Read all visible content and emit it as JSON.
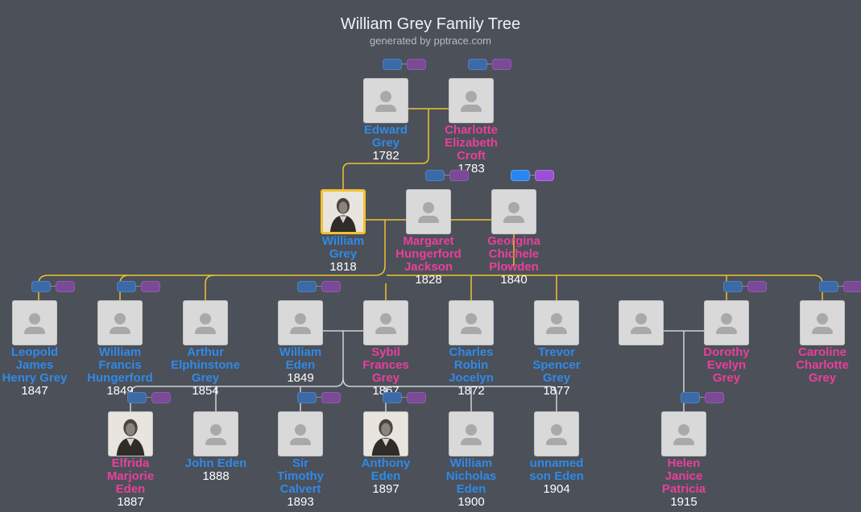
{
  "header": {
    "title": "William Grey Family Tree",
    "subtitle": "generated by pptrace.com"
  },
  "people": [
    {
      "id": "edward",
      "name": "Edward Grey",
      "lines": [
        "Edward",
        "Grey"
      ],
      "year": "1782",
      "gender": "m",
      "photo": false,
      "toggle": true
    },
    {
      "id": "charlotte",
      "name": "Charlotte Elizabeth Croft",
      "lines": [
        "Charlotte",
        "Elizabeth",
        "Croft"
      ],
      "year": "1783",
      "gender": "f",
      "photo": false,
      "toggle": true
    },
    {
      "id": "william-grey",
      "name": "William Grey",
      "lines": [
        "William",
        "Grey"
      ],
      "year": "1818",
      "gender": "m",
      "photo": true,
      "selected": true,
      "toggle": false
    },
    {
      "id": "margaret",
      "name": "Margaret Hungerford Jackson",
      "lines": [
        "Margaret",
        "Hungerford",
        "Jackson"
      ],
      "year": "1828",
      "gender": "f",
      "photo": false,
      "toggle": true
    },
    {
      "id": "georgina",
      "name": "Georgina Chichele Plowden",
      "lines": [
        "Georgina",
        "Chichele",
        "Plowden"
      ],
      "year": "1840",
      "gender": "f",
      "photo": false,
      "toggle": true,
      "toggleBright": true
    },
    {
      "id": "leopold",
      "name": "Leopold James Henry Grey",
      "lines": [
        "Leopold",
        "James",
        "Henry Grey"
      ],
      "year": "1847",
      "gender": "m",
      "photo": false,
      "toggle": true
    },
    {
      "id": "william-francis",
      "name": "William Francis Hungerford",
      "lines": [
        "William",
        "Francis",
        "Hungerford"
      ],
      "year": "1849",
      "gender": "m",
      "photo": false,
      "toggle": true
    },
    {
      "id": "arthur",
      "name": "Arthur Elphinstone Grey",
      "lines": [
        "Arthur",
        "Elphinstone",
        "Grey"
      ],
      "year": "1854",
      "gender": "m",
      "photo": false,
      "toggle": false
    },
    {
      "id": "william-eden",
      "name": "William Eden",
      "lines": [
        "William",
        "Eden"
      ],
      "year": "1849",
      "gender": "m",
      "photo": false,
      "toggle": true
    },
    {
      "id": "sybil",
      "name": "Sybil Frances Grey",
      "lines": [
        "Sybil",
        "Frances",
        "Grey"
      ],
      "year": "1867",
      "gender": "f",
      "photo": false,
      "toggle": false
    },
    {
      "id": "charles",
      "name": "Charles Robin Jocelyn",
      "lines": [
        "Charles",
        "Robin",
        "Jocelyn"
      ],
      "year": "1872",
      "gender": "m",
      "photo": false,
      "toggle": false
    },
    {
      "id": "trevor",
      "name": "Trevor Spencer Grey",
      "lines": [
        "Trevor",
        "Spencer",
        "Grey"
      ],
      "year": "1877",
      "gender": "m",
      "photo": false,
      "toggle": false
    },
    {
      "id": "unknown-spouse",
      "name": "",
      "lines": [],
      "year": "",
      "gender": "m",
      "photo": false,
      "toggle": false
    },
    {
      "id": "dorothy",
      "name": "Dorothy Evelyn Grey",
      "lines": [
        "Dorothy",
        "Evelyn",
        "Grey"
      ],
      "year": "",
      "gender": "f",
      "photo": false,
      "toggle": true
    },
    {
      "id": "caroline",
      "name": "Caroline Charlotte Grey",
      "lines": [
        "Caroline",
        "Charlotte",
        "Grey"
      ],
      "year": "",
      "gender": "f",
      "photo": false,
      "toggle": true
    },
    {
      "id": "elfrida",
      "name": "Elfrida Marjorie Eden",
      "lines": [
        "Elfrida",
        "Marjorie",
        "Eden"
      ],
      "year": "1887",
      "gender": "f",
      "photo": true,
      "toggle": true
    },
    {
      "id": "john",
      "name": "John Eden",
      "lines": [
        "John Eden"
      ],
      "year": "1888",
      "gender": "m",
      "photo": false,
      "toggle": false
    },
    {
      "id": "timothy",
      "name": "Sir Timothy Calvert",
      "lines": [
        "Sir",
        "Timothy",
        "Calvert"
      ],
      "year": "1893",
      "gender": "m",
      "photo": false,
      "toggle": true
    },
    {
      "id": "anthony",
      "name": "Anthony Eden",
      "lines": [
        "Anthony",
        "Eden"
      ],
      "year": "1897",
      "gender": "m",
      "photo": true,
      "toggle": true
    },
    {
      "id": "william-nicholas",
      "name": "William Nicholas Eden",
      "lines": [
        "William",
        "Nicholas",
        "Eden"
      ],
      "year": "1900",
      "gender": "m",
      "photo": false,
      "toggle": false
    },
    {
      "id": "unnamed-son",
      "name": "unnamed son Eden",
      "lines": [
        "unnamed",
        "son Eden"
      ],
      "year": "1904",
      "gender": "m",
      "photo": false,
      "toggle": false
    },
    {
      "id": "helen",
      "name": "Helen Janice Patricia",
      "lines": [
        "Helen",
        "Janice",
        "Patricia"
      ],
      "year": "1915",
      "gender": "f",
      "photo": false,
      "toggle": true
    }
  ],
  "colors": {
    "background": "#4b5059",
    "male": "#2f8ae8",
    "female": "#ea3f9b",
    "lineage_link": "#f2c12e",
    "other_link": "#d0d3d8"
  }
}
